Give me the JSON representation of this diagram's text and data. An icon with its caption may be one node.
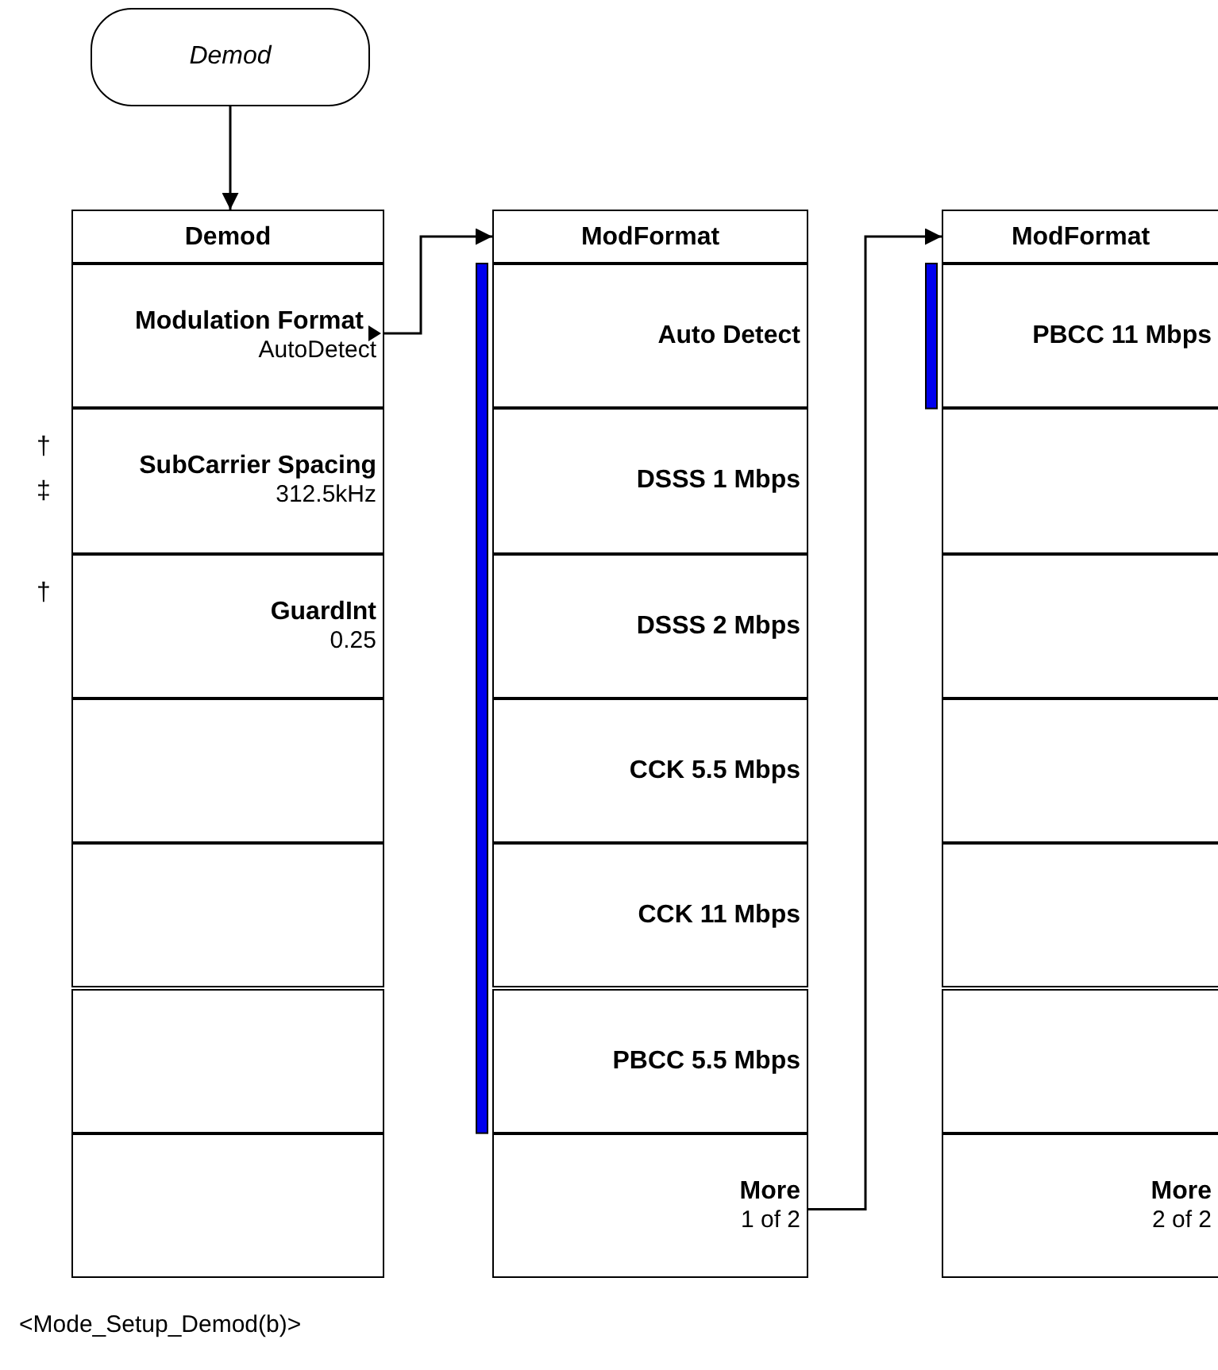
{
  "diagram": {
    "caption": "<Mode_Setup_Demod(b)>",
    "nodes": [
      {
        "text": [
          "Demod"
        ]
      },
      {
        "text": [
          "Demod"
        ]
      },
      {
        "text": [
          "Modulation Format",
          "AutoDetect"
        ]
      },
      {
        "text": [
          "SubCarrier Spacing",
          "312.5kHz"
        ],
        "beside": [
          "†",
          "‡"
        ]
      },
      {
        "text": [
          "GuardInt",
          "0.25"
        ],
        "beside": [
          "†"
        ]
      },
      {
        "text": [],
        "shape": "box"
      },
      {
        "text": [],
        "shape": "box"
      },
      {
        "text": [],
        "shape": "box"
      },
      {
        "text": [],
        "shape": "box"
      },
      {
        "text": [
          "ModFormat"
        ]
      },
      {
        "text": [
          "Auto Detect"
        ]
      },
      {
        "text": [
          "DSSS 1 Mbps"
        ]
      },
      {
        "text": [
          "DSSS 2 Mbps"
        ]
      },
      {
        "text": [
          "CCK 5.5 Mbps"
        ]
      },
      {
        "text": [
          "CCK 11 Mbps"
        ]
      },
      {
        "text": [
          "PBCC 5.5 Mbps"
        ]
      },
      {
        "text": [
          "More",
          "1 of 2"
        ]
      },
      {
        "text": [
          "ModFormat"
        ]
      },
      {
        "text": [
          "PBCC 11 Mbps"
        ]
      },
      {
        "text": [],
        "shape": "box"
      },
      {
        "text": [],
        "shape": "box"
      },
      {
        "text": [],
        "shape": "box"
      },
      {
        "text": [],
        "shape": "box"
      },
      {
        "text": [],
        "shape": "box"
      },
      {
        "text": [
          "More",
          "2 of 2"
        ]
      }
    ],
    "edges": [
      {
        "from": 0,
        "to": 1,
        "arrow": "to"
      },
      {
        "from": 2,
        "to": 9,
        "arrow": "to"
      },
      {
        "from": 16,
        "to": 17,
        "arrow": "to"
      }
    ]
  }
}
